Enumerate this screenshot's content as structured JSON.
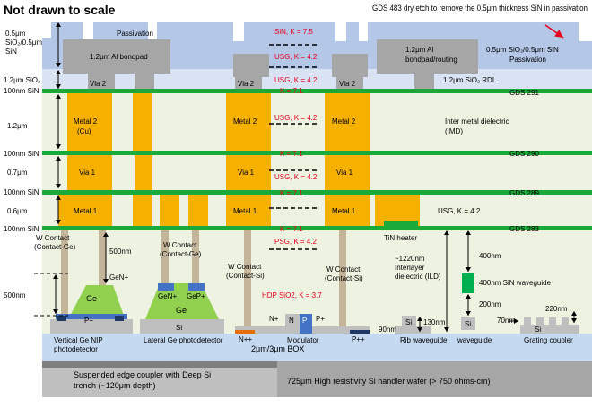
{
  "title": "Not drawn to scale",
  "etch_note": "GDS 483 dry etch to remove the 0.5μm thickness SiN in passivation",
  "left_dims": {
    "passivation_1": "0.5μm",
    "passivation_2": "SiO₂/0.5μm",
    "passivation_3": "SiN",
    "sio2": "1.2μm SiO₂",
    "sin_1": "100nm SiN",
    "metal2_thk": "1.2μm",
    "sin_2": "100nm SiN",
    "via1_thk": "0.7μm",
    "sin_3": "100nm SiN",
    "metal1_thk": "0.6μm",
    "sin_4": "100nm SiN",
    "ge_thk": "500nm"
  },
  "layers": {
    "passivation": "Passivation",
    "al_bondpad": "1.2μm Al bondpad",
    "al_routing_1": "1.2μm Al",
    "al_routing_2": "bondpad/routing",
    "passivation_right_1": "0.5μm SiO₂/0.5μm SiN",
    "passivation_right_2": "Passivation",
    "rdl": "1.2μm SiO₂ RDL",
    "via2_a": "Via 2",
    "via2_b": "Via 2",
    "via2_c": "Via 2",
    "metal2_a_1": "Metal 2",
    "metal2_a_2": "(Cu)",
    "metal2_b": "Metal 2",
    "metal2_c": "Metal 2",
    "via1_a": "Via 1",
    "via1_b": "Via 1",
    "via1_c": "Via 1",
    "metal1_a": "Metal 1",
    "metal1_b": "Metal 1",
    "metal1_c": "Metal 1",
    "imd_1": "Inter metal dielectric",
    "imd_2": "(IMD)",
    "usg_right": "USG, K = 4.2",
    "box": "2μm/3μm BOX",
    "handler": "725μm High resistivity Si handler wafer (> 750 ohms-cm)",
    "edge_coupler_1": "Suspended edge coupler with Deep Si",
    "edge_coupler_2": "trench (~120μm depth)"
  },
  "gds": {
    "g291": "GDS 291",
    "g290": "GDS 290",
    "g289": "GDS 289",
    "g283": "GDS 283"
  },
  "dielectric": {
    "sin_k75": "SiN, K = 7.5",
    "usg_1": "USG, K = 4.2",
    "usg_2": "USG, K = 4.2",
    "k71_a": "K = 7.1",
    "usg_3": "USG, K = 4.2",
    "k71_b": "K = 7.1",
    "usg_4": "USG, K = 4.2",
    "k71_c": "K = 7.1",
    "k71_d": "K = 7.1",
    "psg": "PSG, K = 4.2",
    "hdp": "HDP SiO2, K = 3.7"
  },
  "devices": {
    "wcontact_ge_1": "W Contact",
    "wcontact_ge_2": "(Contact-Ge)",
    "dim_500nm": "500nm",
    "gen_plus": "GeN+",
    "ge": "Ge",
    "p_plus": "P+",
    "wcontact_ge2_1": "W Contact",
    "wcontact_ge2_2": "(Contact-Ge)",
    "lat_gen": "GeN+",
    "lat_gep": "GeP+",
    "lat_ge": "Ge",
    "lat_si": "Si",
    "wcontact_si_1": "W Contact",
    "wcontact_si_2": "(Contact-Si)",
    "wcontact_si2_1": "W Contact",
    "wcontact_si2_2": "(Contact-Si)",
    "mod_nplus": "N+",
    "mod_n": "N",
    "mod_p": "P",
    "mod_pplus": "P+",
    "mod_npp": "N++",
    "mod_ppp": "P++",
    "tin_heater": "TiN heater",
    "ild_1": "~1220nm",
    "ild_2": "Interlayer",
    "ild_3": "dielectric (ILD)",
    "dim_90nm": "90nm",
    "rib_si": "Si",
    "dim_130nm": "130nm",
    "dim_400nm": "400nm",
    "sin_wg_label": "400nm SiN waveguide",
    "dim_200nm": "200nm",
    "wg_si": "Si",
    "dim_70nm": "70nm",
    "dim_220nm": "220nm",
    "gc_si": "Si"
  },
  "captions": {
    "vertical_ge_1": "Vertical Ge NIP",
    "vertical_ge_2": "photodetector",
    "lateral_ge": "Lateral Ge photodetector",
    "modulator": "Modulator",
    "rib": "Rib waveguide",
    "waveguide": "waveguide",
    "grating": "Grating coupler"
  }
}
